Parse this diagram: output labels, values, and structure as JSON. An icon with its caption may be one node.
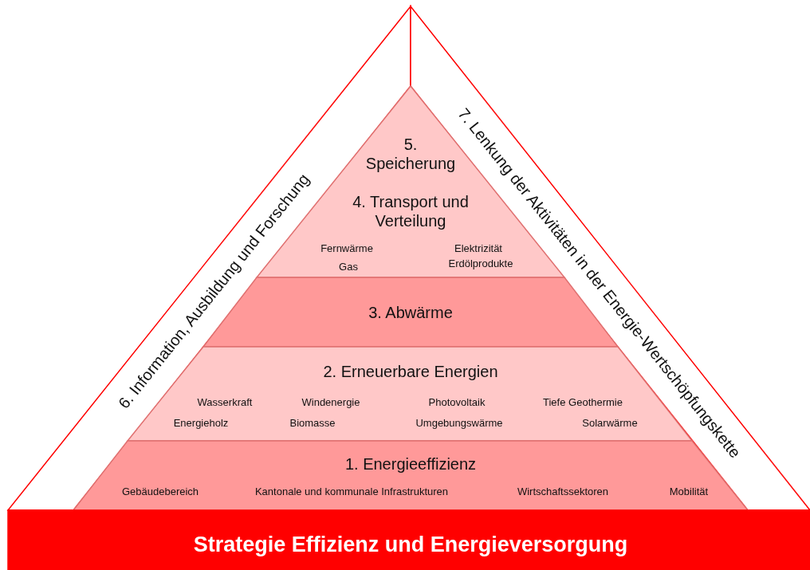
{
  "diagram": {
    "nodes": [
      {
        "text": [
          "6. Information, Ausbildung und Forschung"
        ]
      },
      {
        "text": [
          "7. Lenkung der Aktivitäten in der Energie-Wertschöpfungskette"
        ]
      },
      {
        "text": [
          "5. Speicherung",
          "4. Transport und Verteilung",
          "Fernwärme",
          "Gas",
          "Elektrizität",
          "Erdölprodukte"
        ]
      },
      {
        "text": [
          "3. Abwärme"
        ]
      },
      {
        "text": [
          "2. Erneuerbare Energien",
          "Wasserkraft",
          "Windenergie",
          "Photovoltaik",
          "Tiefe Geothermie",
          "Energieholz",
          "Biomasse",
          "Umgebungswärme",
          "Solarwärme"
        ]
      },
      {
        "text": [
          "1. Energieeffizienz",
          "Gebäudebereich",
          "Kantonale und kommunale Infrastrukturen",
          "Wirtschaftssektoren",
          "Mobilität"
        ]
      },
      {
        "text": [
          "Strategie Effizienz und Energieversorgung"
        ]
      }
    ]
  }
}
